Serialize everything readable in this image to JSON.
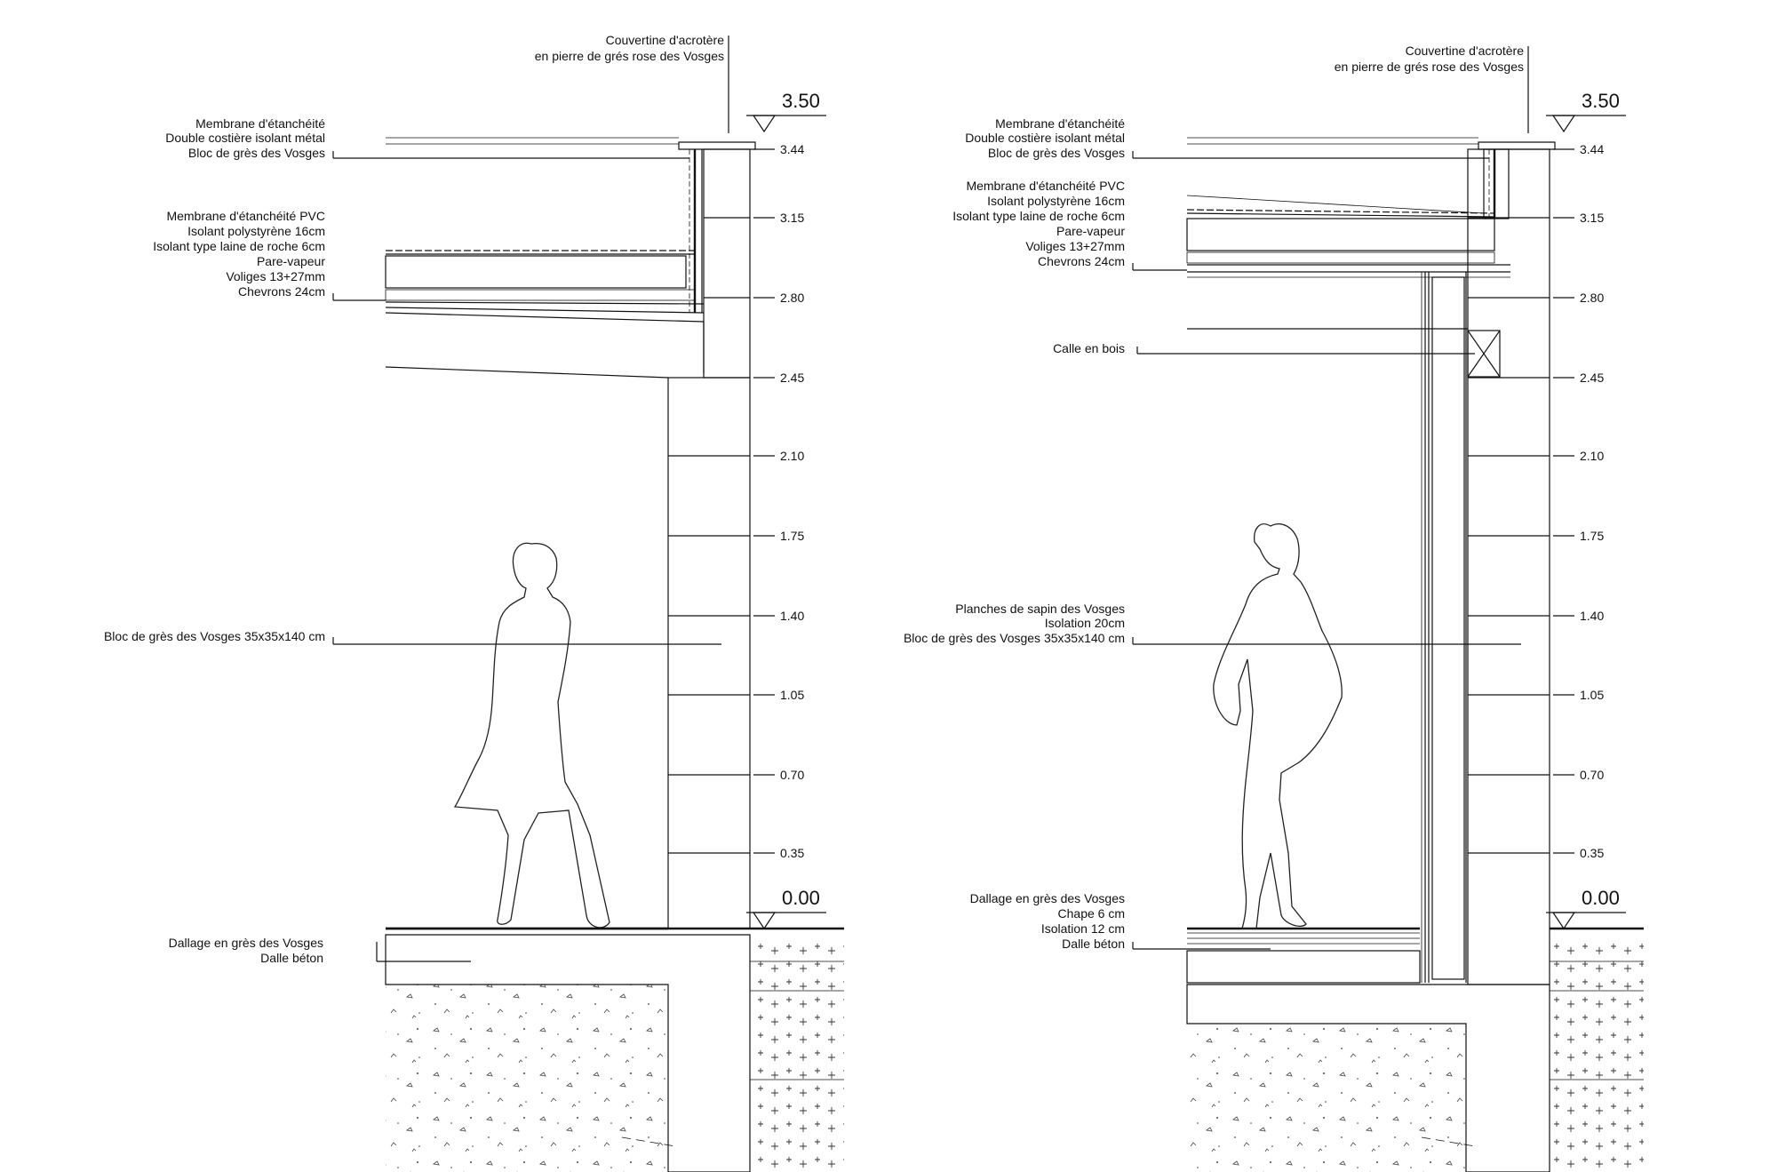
{
  "left_section": {
    "top_level": "3.50",
    "ground_level": "0.00",
    "levels": [
      "3.44",
      "3.15",
      "2.80",
      "2.45",
      "2.10",
      "1.75",
      "1.40",
      "1.05",
      "0.70",
      "0.35"
    ],
    "labels": {
      "coping_l1": "Couvertine d'acrotère",
      "coping_l2": "en pierre de grés rose des Vosges",
      "membrane_l1": "Membrane d'étanchéité",
      "membrane_l2": "Double costière isolant métal",
      "membrane_l3": "Bloc de grès des Vosges",
      "roof_l1": "Membrane d'étanchéité PVC",
      "roof_l2": "Isolant polystyrène 16cm",
      "roof_l3": "Isolant type laine de roche 6cm",
      "roof_l4": "Pare-vapeur",
      "roof_l5": "Voliges 13+27mm",
      "roof_l6": "Chevrons 24cm",
      "wall_l1": "Bloc de grès des Vosges 35x35x140 cm",
      "floor_l1": "Dallage en grès des Vosges",
      "floor_l2": "Dalle béton"
    }
  },
  "right_section": {
    "top_level": "3.50",
    "ground_level": "0.00",
    "levels": [
      "3.44",
      "3.15",
      "2.80",
      "2.45",
      "2.10",
      "1.75",
      "1.40",
      "1.05",
      "0.70",
      "0.35"
    ],
    "labels": {
      "coping_l1": "Couvertine d'acrotère",
      "coping_l2": "en pierre de grés rose des Vosges",
      "membrane_l1": "Membrane d'étanchéité",
      "membrane_l2": "Double costière isolant métal",
      "membrane_l3": "Bloc de grès des Vosges",
      "roof_l1": "Membrane d'étanchéité PVC",
      "roof_l2": "Isolant polystyrène 16cm",
      "roof_l3": "Isolant type laine de roche 6cm",
      "roof_l4": "Pare-vapeur",
      "roof_l5": "Voliges 13+27mm",
      "roof_l6": "Chevrons 24cm",
      "wedge_l1": "Calle en bois",
      "wall_l1": "Planches de sapin des Vosges",
      "wall_l2": "Isolation 20cm",
      "wall_l3": "Bloc de grès des Vosges 35x35x140 cm",
      "floor_l1": "Dallage en grès des Vosges",
      "floor_l2": "Chape 6 cm",
      "floor_l3": "Isolation 12 cm",
      "floor_l4": "Dalle béton"
    }
  }
}
